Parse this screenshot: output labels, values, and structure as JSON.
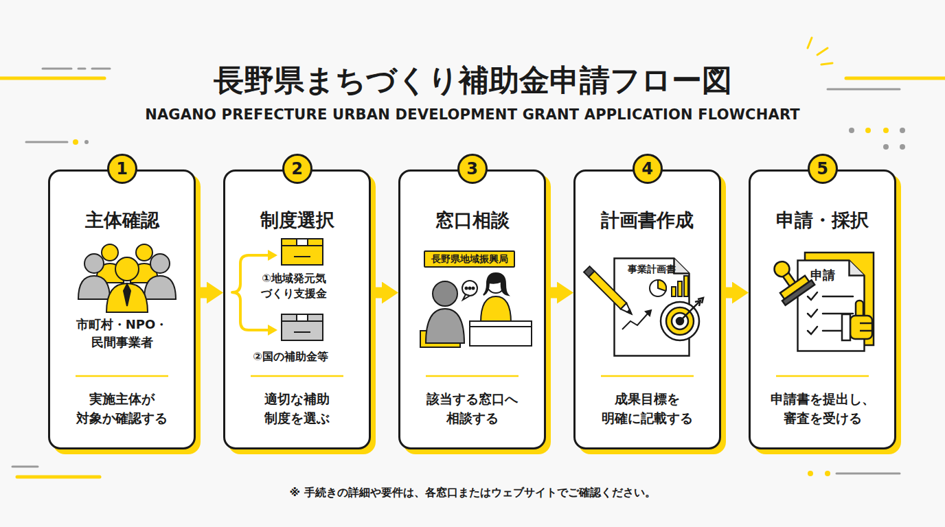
{
  "diagram": {
    "title": "長野県まちづくり補助金申請フロー図",
    "nodes": [
      {
        "text": [
          "1",
          "主体確認",
          "市町村・NPO・ 民間事業者",
          "実施主体が 対象か確認する"
        ]
      },
      {
        "text": [
          "2",
          "制度選択",
          "①地域発元気 づくり支援金",
          "②国の補助金等",
          "適切な補助 制度を選ぶ"
        ]
      },
      {
        "text": [
          "3",
          "窓口相談",
          "該当する窓口へ 相談する"
        ]
      },
      {
        "text": [
          "長野県地域振興局"
        ],
        "in": 2
      },
      {
        "text": [
          "4",
          "計画書作成",
          "成果目標を 明確に記載する"
        ]
      },
      {
        "text": [
          "事業計画書"
        ],
        "in": 4
      },
      {
        "text": [
          "5",
          "申請・採択",
          "申請書を提出し、 審査を受ける"
        ]
      },
      {
        "text": [
          "申請"
        ],
        "in": 6
      }
    ],
    "edges": [
      {
        "from": 0,
        "to": 1,
        "arrow": "to"
      },
      {
        "from": 1,
        "to": 2,
        "arrow": "to"
      },
      {
        "from": 2,
        "to": 4,
        "arrow": "to"
      },
      {
        "from": 4,
        "to": 6,
        "arrow": "to"
      }
    ],
    "labels": [
      "NAGANO PREFECTURE URBAN DEVELOPMENT GRANT APPLICATION FLOWCHART",
      "※ 手続きの詳細や要件は、各窓口またはウェブサイトでご確認ください。"
    ]
  }
}
